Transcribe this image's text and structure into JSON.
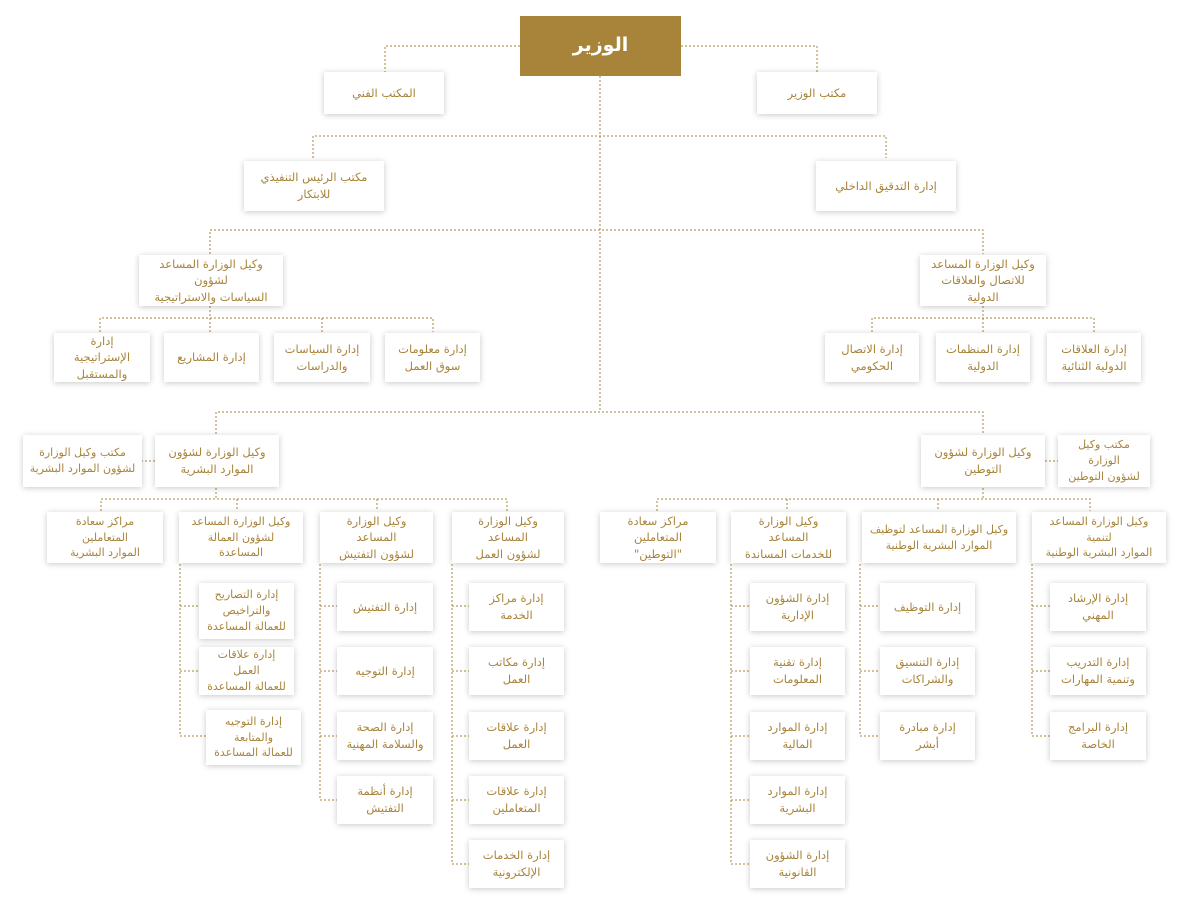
{
  "colors": {
    "accent": "#a8843a",
    "connector": "#a8843a",
    "box_bg": "#ffffff"
  },
  "minister": "الوزير",
  "level1": {
    "minister_office": "مكتب الوزير",
    "technical_office": "المكتب الفني"
  },
  "level2": {
    "internal_audit": "إدارة التدقيق الداخلي",
    "ceo_innovation_office": "مكتب الرئيس التنفيذي\nللابتكار"
  },
  "deputy_comm": {
    "title": "وكيل الوزارة المساعد\nللاتصال والعلاقات الدولية",
    "units": [
      "إدارة العلاقات\nالدولية الثنائية",
      "إدارة المنظمات\nالدولية",
      "إدارة الاتصال\nالحكومي"
    ]
  },
  "deputy_policies": {
    "title": "وكيل الوزارة المساعد لشؤون\nالسياسات والاستراتيجية",
    "units": [
      "إدارة معلومات\nسوق العمل",
      "إدارة السياسات\nوالدراسات",
      "إدارة المشاريع",
      "إدارة الإستراتيجية\nوالمستقبل"
    ]
  },
  "localization": {
    "title": "وكيل الوزارة لشؤون\nالتوطين",
    "office": "مكتب وكيل الوزارة\nلشؤون التوطين",
    "branches": [
      {
        "title": "وكيل الوزارة المساعد لتنمية\nالموارد البشرية الوطنية",
        "units": [
          "إدارة الإرشاد\nالمهني",
          "إدارة التدريب\nوتنمية المهارات",
          "إدارة البرامج\nالخاصة"
        ]
      },
      {
        "title": "وكيل الوزارة المساعد لتوظيف\nالموارد البشرية الوطنية",
        "units": [
          "إدارة التوظيف",
          "إدارة التنسيق\nوالشراكات",
          "إدارة مبادرة أبشر"
        ]
      },
      {
        "title": "وكيل الوزارة المساعد\nللخدمات المساندة",
        "units": [
          "إدارة الشؤون\nالإدارية",
          "إدارة تقنية\nالمعلومات",
          "إدارة الموارد\nالمالية",
          "إدارة الموارد\nالبشرية",
          "إدارة الشؤون\nالقانونية"
        ]
      },
      {
        "title": "مراكز سعادة المتعاملين\n\"التوطين\"",
        "units": []
      }
    ]
  },
  "hr": {
    "title": "وكيل الوزارة لشؤون\nالموارد البشرية",
    "office": "مكتب وكيل الوزارة\nلشؤون الموارد البشرية",
    "branches": [
      {
        "title": "وكيل الوزارة المساعد\nلشؤون العمل",
        "units": [
          "إدارة مراكز الخدمة",
          "إدارة مكاتب العمل",
          "إدارة علاقات العمل",
          "إدارة علاقات\nالمتعاملين",
          "إدارة الخدمات\nالإلكترونية"
        ]
      },
      {
        "title": "وكيل الوزارة المساعد\nلشؤون التفتيش",
        "units": [
          "إدارة التفتيش",
          "إدارة التوجيه",
          "إدارة الصحة\nوالسلامة المهنية",
          "إدارة أنظمة\nالتفتيش"
        ]
      },
      {
        "title": "وكيل الوزارة المساعد\nلشؤون العمالة المساعدة",
        "units": [
          "إدارة التصاريح\nوالتراخيص\nللعمالة المساعدة",
          "إدارة علاقات العمل\nللعمالة المساعدة",
          "إدارة التوجيه\nوالمتابعة\nللعمالة المساعدة"
        ]
      },
      {
        "title": "مراكز سعادة المتعاملين\nالموارد البشرية",
        "units": []
      }
    ]
  }
}
